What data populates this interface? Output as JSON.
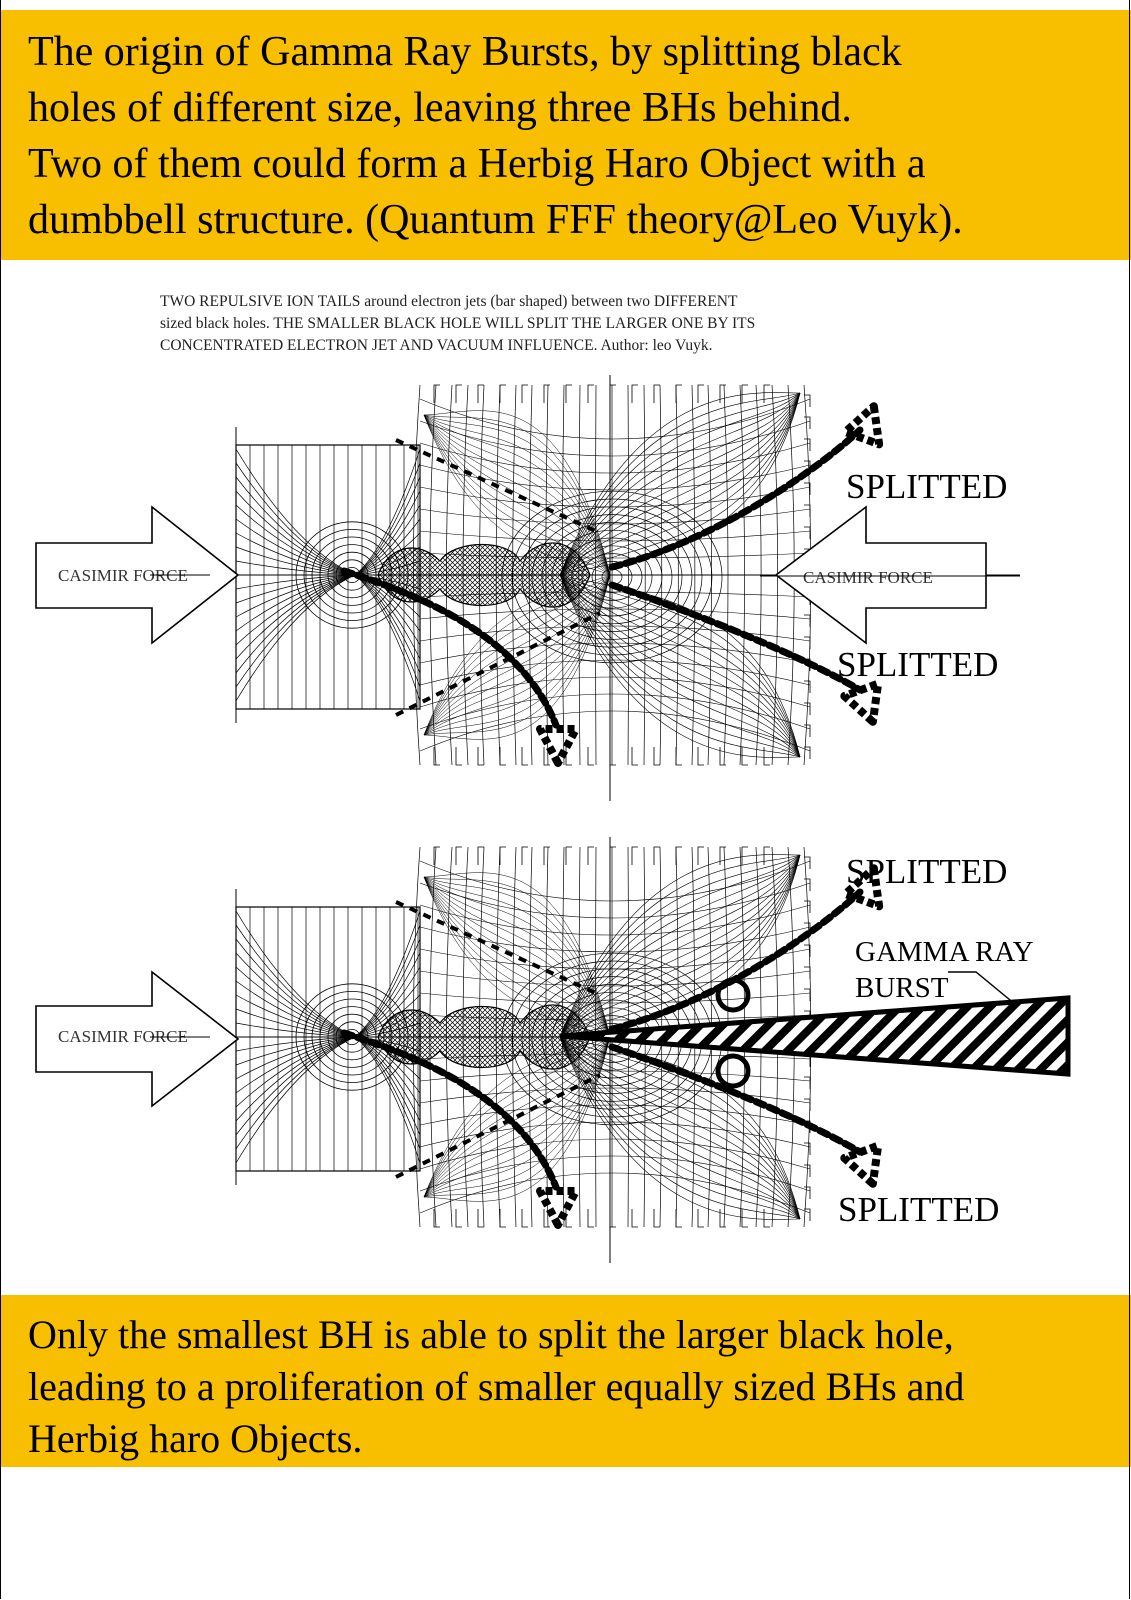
{
  "colors": {
    "banner_background": "#f7bf00",
    "ink": "#000000",
    "page_background": "#ffffff"
  },
  "top_banner": {
    "lines": [
      "The origin of Gamma Ray Bursts, by splitting black",
      "holes of different size, leaving three BHs behind.",
      "Two of them could form a Herbig Haro Object  with a",
      "dumbbell structure. (Quantum FFF theory@Leo Vuyk)."
    ]
  },
  "caption": {
    "lines": [
      "TWO REPULSIVE ION TAILS around electron jets (bar shaped) between two DIFFERENT",
      "sized black holes. THE SMALLER BLACK HOLE WILL SPLIT THE LARGER ONE BY ITS",
      "CONCENTRATED ELECTRON JET AND VACUUM INFLUENCE. Author: leo Vuyk."
    ]
  },
  "diagram_top": {
    "casimir_left": "CASIMIR FORCE",
    "casimir_right": "CASIMIR FORCE",
    "splitted_upper": "SPLITTED",
    "splitted_lower": "SPLITTED"
  },
  "diagram_bottom": {
    "casimir_left": "CASIMIR FORCE",
    "splitted_upper": "SPLITTED",
    "splitted_lower": "SPLITTED",
    "gamma_line1": "GAMMA RAY",
    "gamma_line2": "BURST"
  },
  "bottom_banner": {
    "lines": [
      "Only the smallest BH is able to split the larger black hole,",
      "leading to a proliferation of smaller equally sized BHs and",
      "Herbig haro Objects."
    ]
  }
}
